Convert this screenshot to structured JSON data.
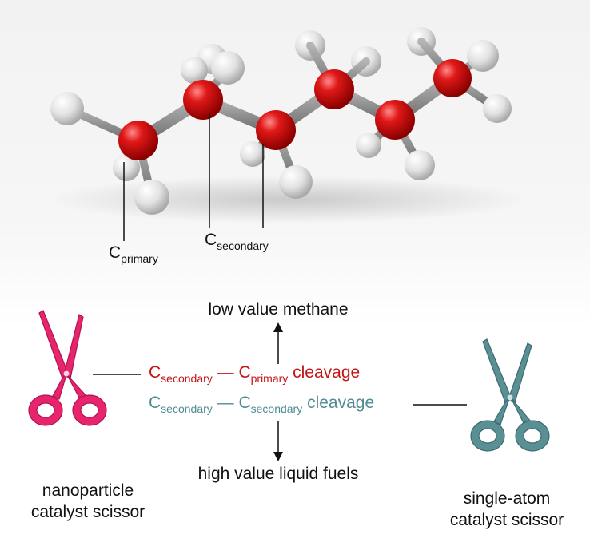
{
  "molecule": {
    "label_primary": {
      "main": "C",
      "sub": "primary"
    },
    "label_secondary": {
      "main": "C",
      "sub": "secondary"
    }
  },
  "reaction": {
    "top_product": "low value methane",
    "bottom_product": "high value liquid fuels",
    "red_path": {
      "left": {
        "main": "C",
        "sub": "secondary"
      },
      "dash": "—",
      "right": {
        "main": "C",
        "sub": "primary"
      },
      "word": "cleavage"
    },
    "teal_path": {
      "left": {
        "main": "C",
        "sub": "secondary"
      },
      "dash": "—",
      "right": {
        "main": "C",
        "sub": "secondary"
      },
      "word": "cleavage"
    }
  },
  "catalysts": {
    "left": {
      "line1": "nanoparticle",
      "line2": "catalyst scissor",
      "color": "#e8246e"
    },
    "right": {
      "line1": "single-atom",
      "line2": "catalyst scissor",
      "color": "#5a8f94"
    }
  },
  "colors": {
    "carbon": "#e01818",
    "hydrogen": "#e6e6e6",
    "bond": "#8a8a8a",
    "red_text": "#c41414",
    "teal_text": "#4f8c92"
  }
}
